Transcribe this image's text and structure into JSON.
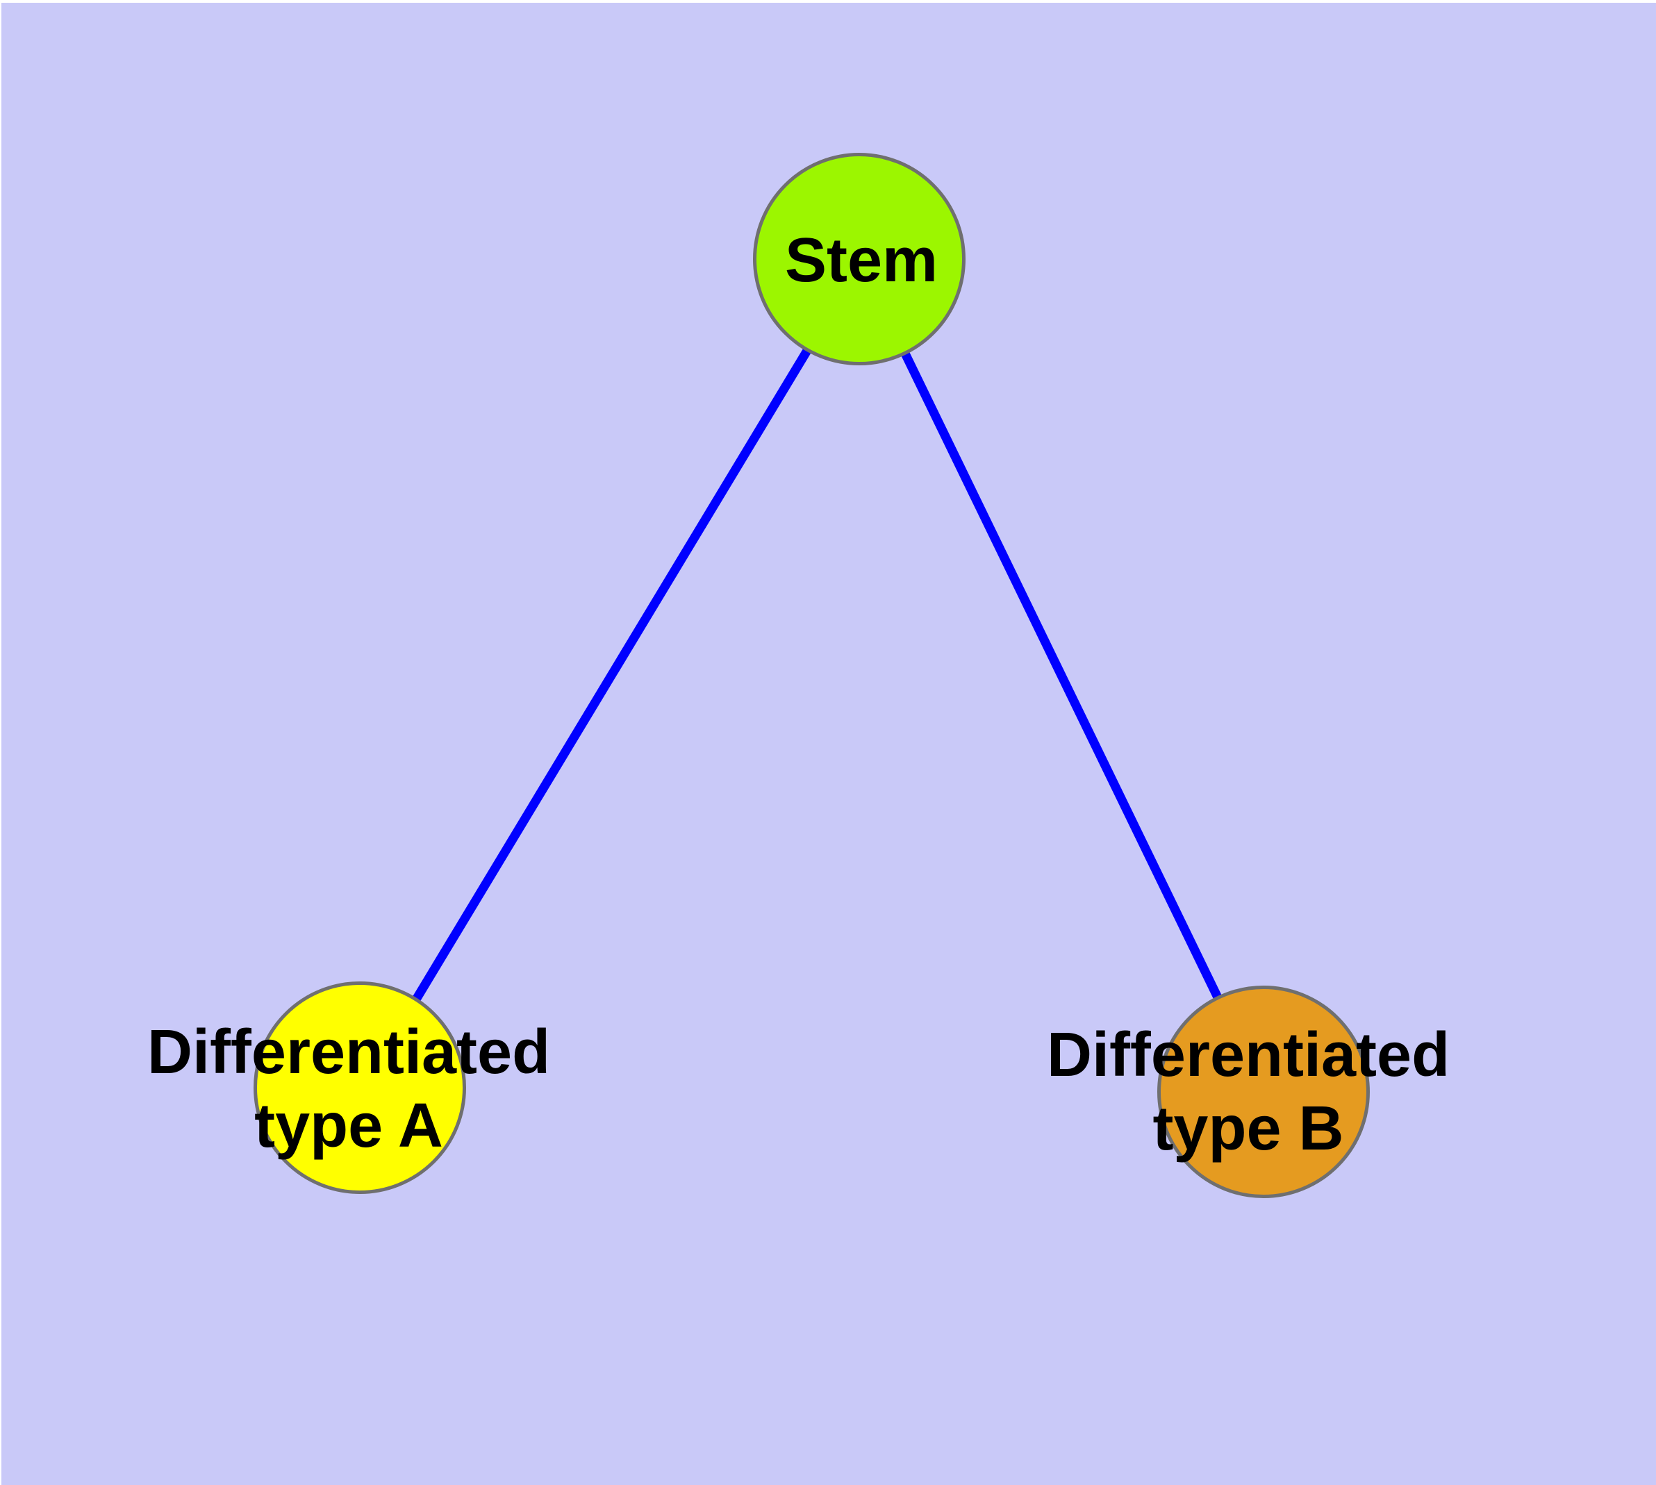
{
  "diagram": {
    "background_color": "#c9c9f8",
    "frame_color": "#ffffff",
    "node_border_color": "#6f6f6f",
    "label_text_color": "#000000",
    "nodes": [
      {
        "id": "stem",
        "label": "Stem",
        "fill_color": "#9cf600"
      },
      {
        "id": "differentiated-type-a",
        "label_line1": "Differentiated",
        "label_line2": "type A",
        "fill_color": "#ffff00"
      },
      {
        "id": "differentiated-type-b",
        "label_line1": "Differentiated",
        "label_line2": "type B",
        "fill_color": "#e59b20"
      }
    ],
    "edges": [
      {
        "from": "Stem",
        "to": "Differentiated type A",
        "color": "#0000ff"
      },
      {
        "from": "Stem",
        "to": "Differentiated type B",
        "color": "#0000ff"
      }
    ]
  }
}
